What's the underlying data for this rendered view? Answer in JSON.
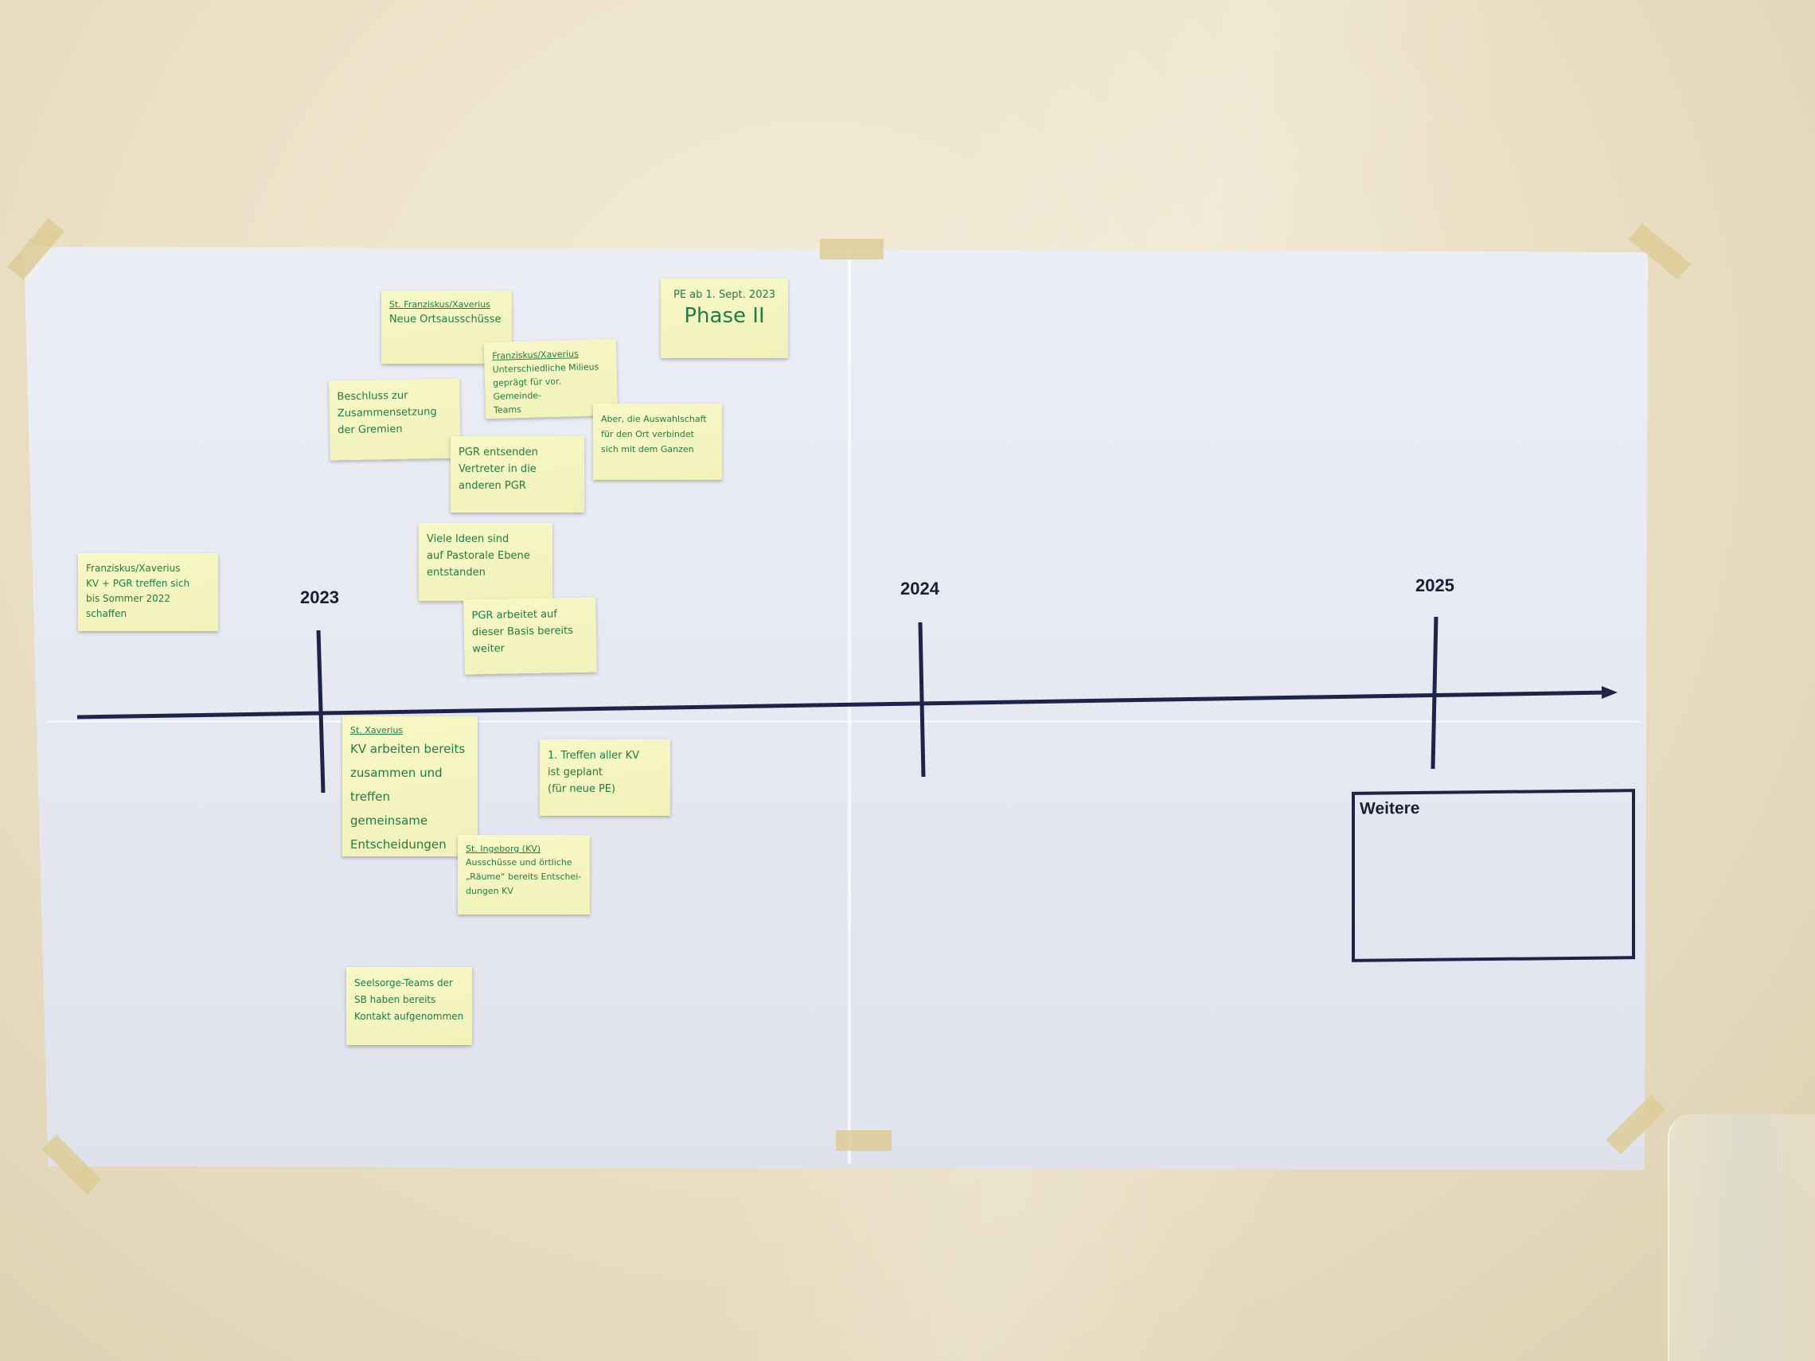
{
  "timeline": {
    "years": [
      "2023",
      "2024",
      "2025"
    ],
    "future_box_label": "Weitere"
  },
  "notes": {
    "n1": "Franziskus/Xaverius\nKV + PGR treffen sich\nbis Sommer 2022 schaffen",
    "n2_head": "St. Franziskus/Xaverius",
    "n2": "Neue Ortsausschüsse",
    "n3": "Beschluss zur\nZusammensetzung\nder Gremien",
    "n4_head": "Franziskus/Xaverius",
    "n4": "Unterschiedliche Milieus\ngeprägt für vor. Gemeinde-\nTeams",
    "n5": "PGR entsenden\nVertreter in die\nanderen PGR",
    "n6": "Aber, die Auswahlschaft\nfür den Ort verbindet\nsich mit dem Ganzen",
    "n7_line1": "PE ab 1. Sept. 2023",
    "n7_line2": "Phase II",
    "n8": "Viele Ideen sind\nauf Pastorale Ebene\nentstanden",
    "n9": "PGR arbeitet auf\ndieser Basis bereits\nweiter",
    "n10_head": "St. Xaverius",
    "n10": "KV arbeiten bereits\nzusammen und\ntreffen gemeinsame\nEntscheidungen",
    "n11": "1. Treffen aller KV\nist geplant\n(für neue PE)",
    "n12_head": "St. Ingeborg (KV)",
    "n12": "Ausschüsse und örtliche\n„Räume“ bereits Entschei-\ndungen KV",
    "n13": "Seelsorge-Teams der\nSB haben bereits\nKontakt aufgenommen"
  }
}
